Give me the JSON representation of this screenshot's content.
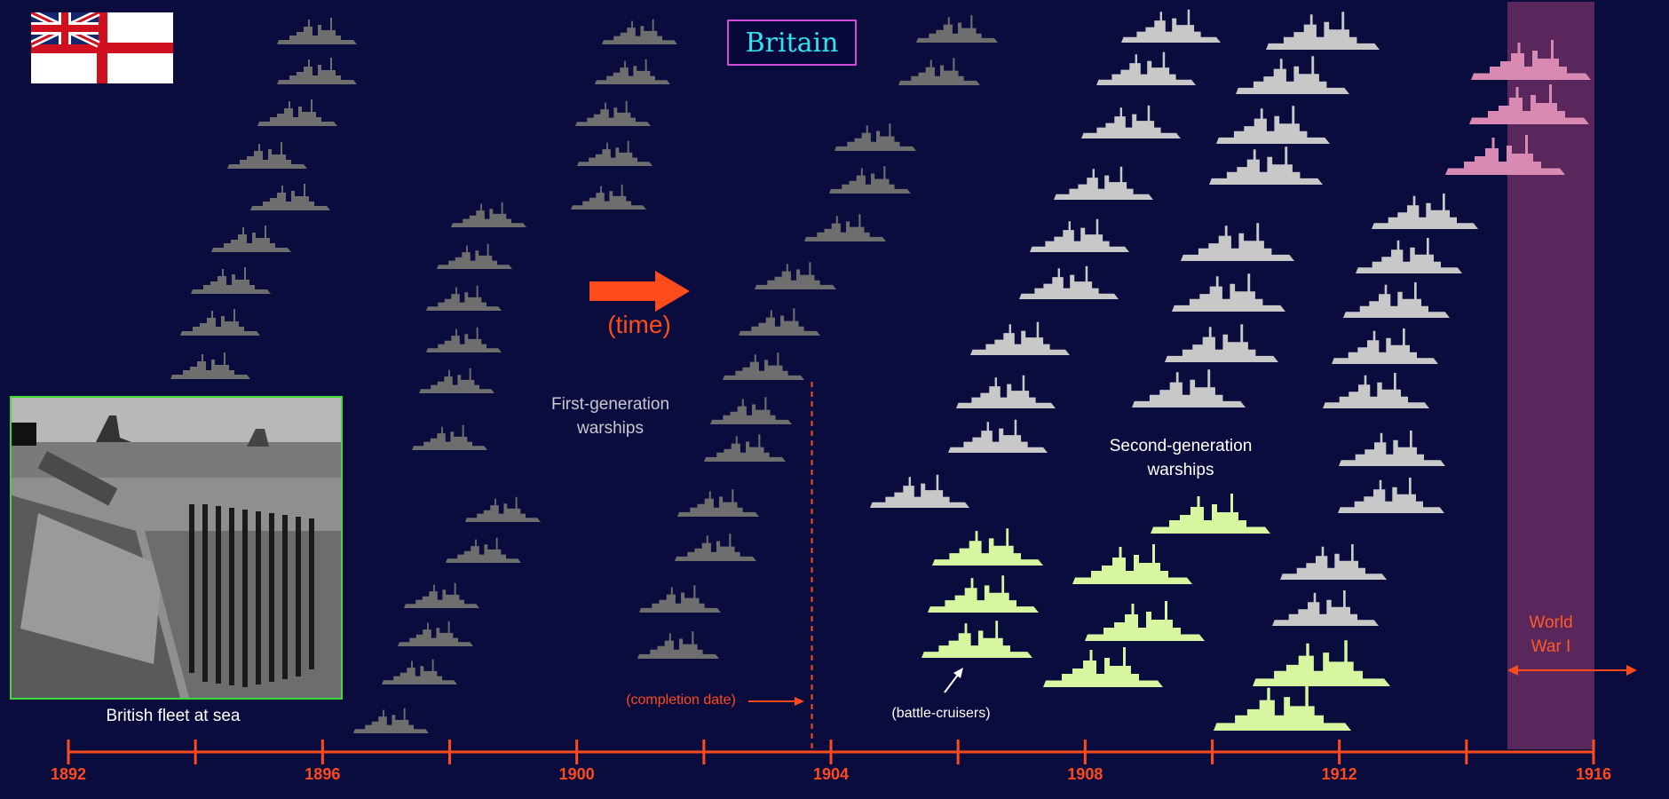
{
  "title": "Britain",
  "flag_icon": "white-ensign-icon",
  "time_arrow_label": "(time)",
  "first_generation_label": "First-generation\nwarships",
  "second_generation_label": "Second-generation\nwarships",
  "battle_cruisers_label": "(battle-cruisers)",
  "completion_date_label": "(completion date)",
  "world_war_label": "World\nWar I",
  "photo_caption": "British fleet at sea",
  "timeline": {
    "years": [
      "1892",
      "1896",
      "1900",
      "1904",
      "1908",
      "1912",
      "1916"
    ],
    "range": [
      1892,
      1916
    ],
    "minor_tick_step": 2,
    "completion_marker_year": 1903.7,
    "world_war_start": 1914.7,
    "world_war_end": 1916
  },
  "colors": {
    "background": "#0a0c3d",
    "accent_orange": "#ff4a1c",
    "first_generation_ship": "#6e6e6e",
    "second_generation_ship": "#c8c8c8",
    "battle_cruiser": "#d6f7a0",
    "world_war_band": "#59275c",
    "world_war_ship": "#d98ab3",
    "title_text": "#2fe3ef",
    "title_border": "#d34cd8"
  }
}
